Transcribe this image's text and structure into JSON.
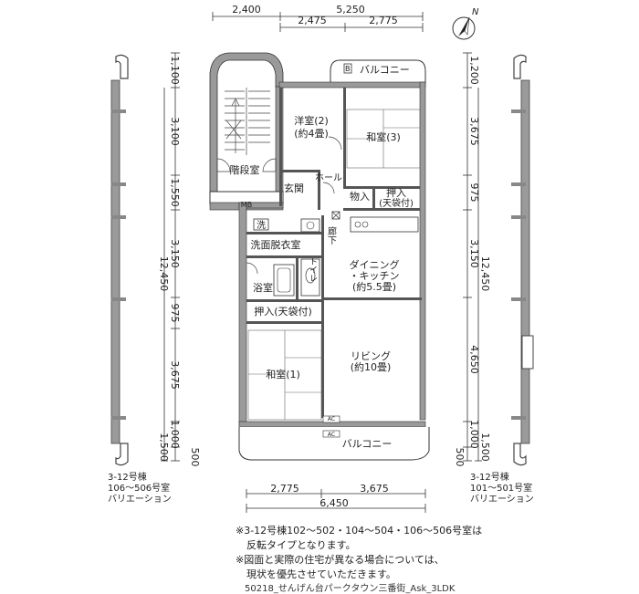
{
  "dimensions_top": {
    "row1": [
      "2,400",
      "5,250"
    ],
    "row2": [
      "2,475",
      "2,775"
    ]
  },
  "dimensions_bottom": {
    "row1": [
      "2,775",
      "3,675"
    ],
    "total": "6,450"
  },
  "dimensions_left": {
    "segments": [
      "1,100",
      "3,100",
      "1,550",
      "3,150",
      "975",
      "3,675",
      "1,000",
      "500"
    ],
    "total": "12,450",
    "extra": "1,500"
  },
  "dimensions_right": {
    "segments": [
      "1,200",
      "3,675",
      "975",
      "3,150",
      "4,650",
      "1,000",
      "500"
    ],
    "total": "12,450",
    "extra": "1,500"
  },
  "rooms": {
    "balcony_top": "バルコニー",
    "western_room": "洋室(2)",
    "western_room_size": "(約4畳)",
    "japanese_room3": "和室(3)",
    "stairwell": "階段室",
    "entrance": "玄関",
    "hall": "ホール",
    "storage": "物入",
    "closet_upper": "押入",
    "futon_upper": "(天袋付)",
    "washer": "洗",
    "corridor": "廊下",
    "washroom": "洗面脱衣室",
    "toilet": "トイレ",
    "bath": "浴室",
    "dining": "ダイニング",
    "kitchen": "・キッチン",
    "dining_size": "(約5.5畳)",
    "closet_lower": "押入(天袋付)",
    "living": "リビング",
    "living_size": "(約10畳)",
    "japanese_room1": "和室(1)",
    "balcony_bottom": "バルコニー",
    "mb": "MB",
    "ac1": "AC",
    "ac2": "AC",
    "b_mark": "B"
  },
  "compass": {
    "label": "N"
  },
  "left_variation": [
    "3-12号棟",
    "106～506号室",
    "バリエーション"
  ],
  "right_variation": [
    "3-12号棟",
    "101～501号室",
    "バリエーション"
  ],
  "notes": [
    "※3-12号棟102～502・104～504・106～506号室は",
    "反転タイプとなります。",
    "※図面と実際の住宅が異なる場合については、",
    "現状を優先させていただきます。"
  ],
  "caption": "50218_せんげん台パークタウン三番街_Ask_3LDK"
}
